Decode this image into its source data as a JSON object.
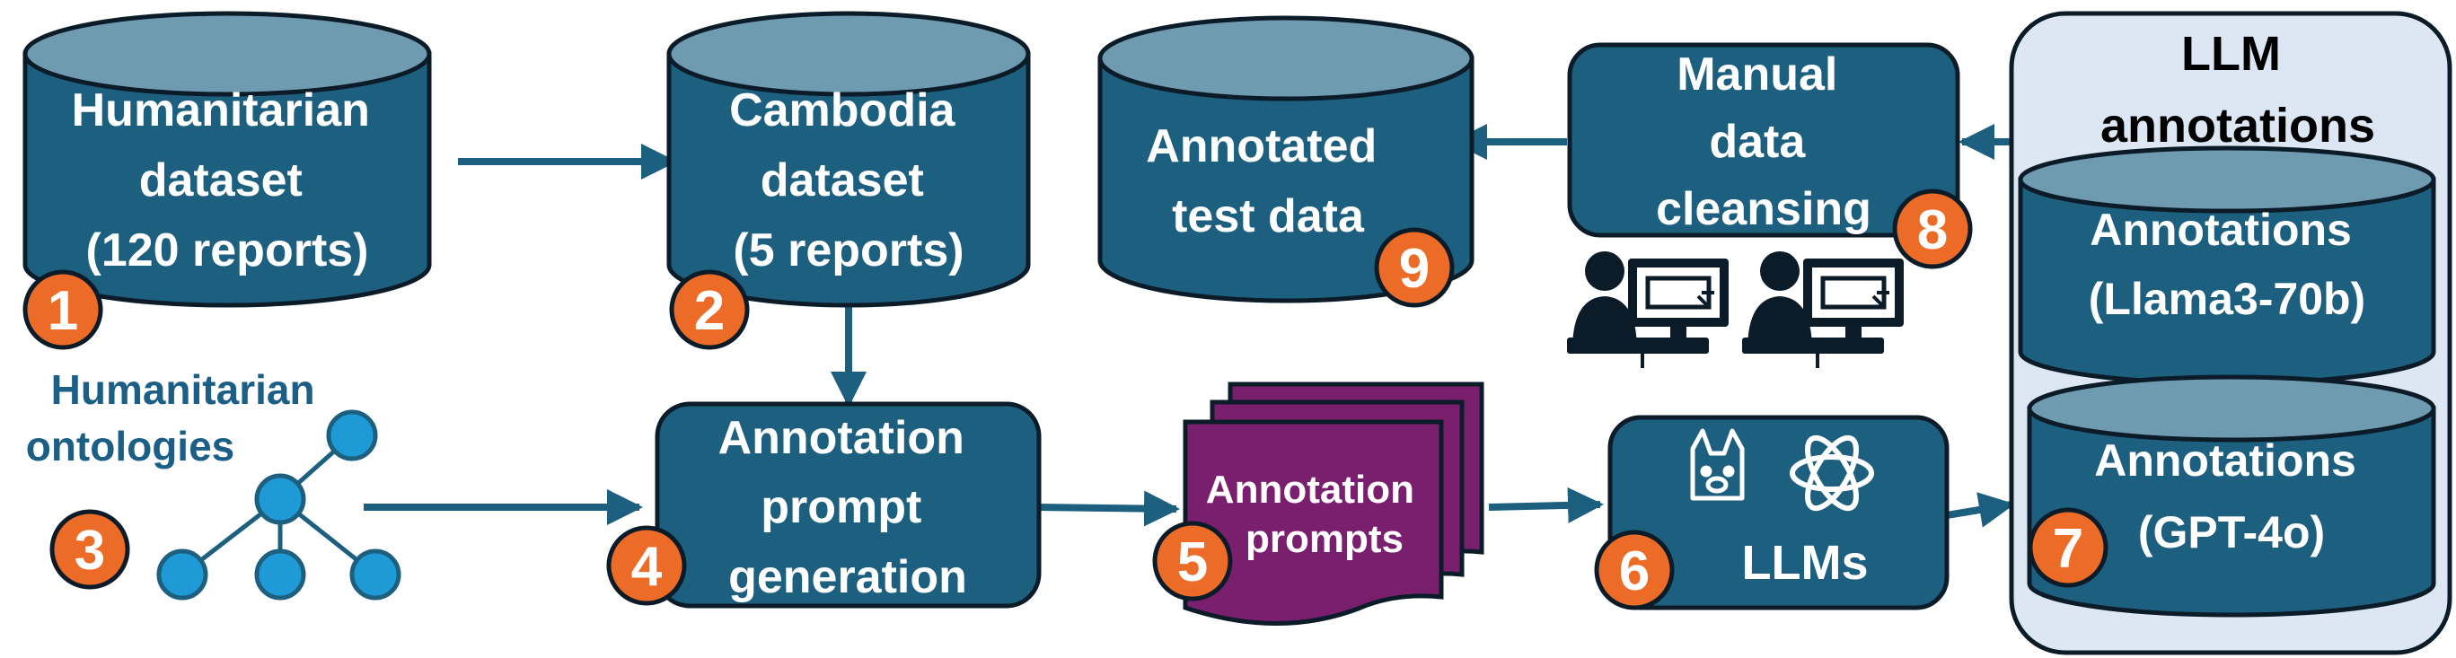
{
  "nodes": {
    "humanitarian_dataset": {
      "lines": [
        "Humanitarian",
        "dataset",
        "(120 reports)"
      ],
      "step": "1"
    },
    "cambodia_dataset": {
      "lines": [
        "Cambodia",
        "dataset",
        "(5 reports)"
      ],
      "step": "2"
    },
    "humanitarian_ontologies": {
      "lines": [
        "Humanitarian",
        "ontologies"
      ],
      "step": "3"
    },
    "annotation_prompt_generation": {
      "lines": [
        "Annotation",
        "prompt",
        "generation"
      ],
      "step": "4"
    },
    "annotation_prompts": {
      "lines": [
        "Annotation",
        "prompts"
      ],
      "step": "5"
    },
    "llms": {
      "label": "LLMs",
      "step": "6"
    },
    "llm_annotations": {
      "title_lines": [
        "LLM",
        "annotations"
      ],
      "llama": {
        "lines": [
          "Annotations",
          "(Llama3-70b)"
        ]
      },
      "gpt": {
        "lines": [
          "Annotations",
          "(GPT-4o)"
        ]
      },
      "step": "7"
    },
    "manual_data_cleansing": {
      "lines": [
        "Manual",
        "data",
        "cleansing"
      ],
      "step": "8"
    },
    "annotated_test_data": {
      "lines": [
        "Annotated",
        "test data"
      ],
      "step": "9"
    }
  },
  "colors": {
    "box_fill": "#1c5f7f",
    "cylinder_top": "#6f9bb1",
    "outline": "#0b1c28",
    "badge": "#ec6c27",
    "prompt_docs": "#7a1f6e",
    "ontology_nodes": "#1e9bd7",
    "ontology_label": "#1c5f86",
    "panel_fill": "#dce7f3"
  }
}
